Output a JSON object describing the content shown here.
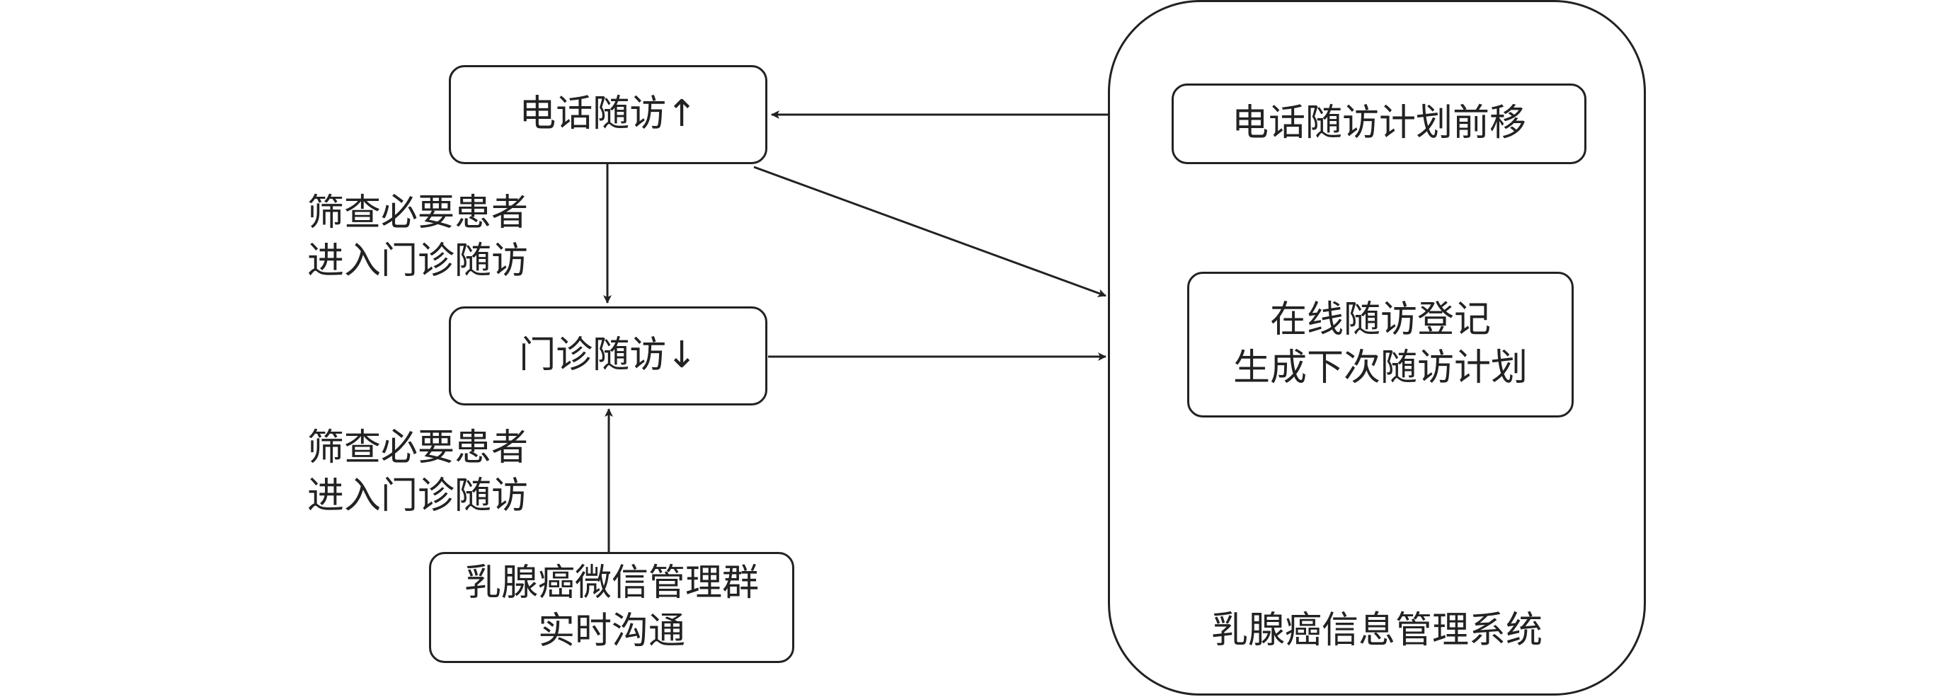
{
  "nodes": {
    "phone": "电话随访↑",
    "clinic": "门诊随访↓",
    "wechat": [
      "乳腺癌微信管理群",
      "实时沟通"
    ],
    "phone_plan": "电话随访计划前移",
    "online": [
      "在线随访登记",
      "生成下次随访计划"
    ],
    "system": "乳腺癌信息管理系统"
  },
  "edge_labels": {
    "phone_to_clinic": [
      "筛查必要患者",
      "进入门诊随访"
    ],
    "wechat_to_clinic": [
      "筛查必要患者",
      "进入门诊随访"
    ]
  }
}
